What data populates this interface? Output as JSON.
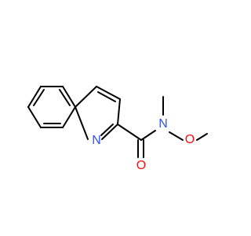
{
  "molecule": {
    "atoms": [
      {
        "id": "N1",
        "symbol": "N",
        "color": "#3050F8"
      },
      {
        "id": "N2",
        "symbol": "N",
        "color": "#3050F8"
      },
      {
        "id": "O1",
        "symbol": "O",
        "color": "#FF0D0D"
      },
      {
        "id": "O2",
        "symbol": "O",
        "color": "#FF0D0D"
      }
    ]
  },
  "colors": {
    "bond": "#000000",
    "background": "#ffffff"
  }
}
